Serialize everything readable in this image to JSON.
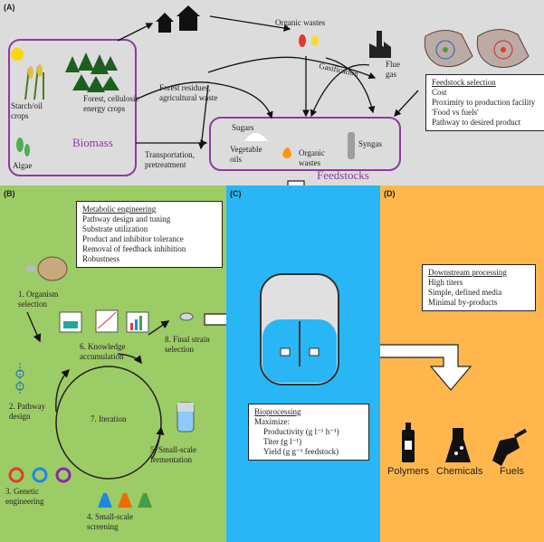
{
  "panelA": {
    "label": "(A)",
    "biomass": {
      "title": "Biomass",
      "starch": "Starch/oil\ncrops",
      "forest": "Forest, cellulosic\nenergy crops",
      "algae": "Algae"
    },
    "organic_wastes": "Organic wastes",
    "gasification": "Gasification",
    "flue_gas": "Flue\ngas",
    "forest_residues": "Forest residues,\nagricultural waste",
    "transportation": "Transportation,\npretreatment",
    "feedstocks": {
      "title": "Feedstocks",
      "sugars": "Sugars",
      "veg_oils": "Vegetable\noils",
      "organic_wastes": "Organic\nwastes",
      "syngas": "Syngas"
    },
    "selection": {
      "title": "Feedstock selection",
      "items": [
        "Cost",
        "Proximity to production facility",
        "'Food vs fuels'",
        "Pathway to desired product"
      ]
    }
  },
  "panelB": {
    "label": "(B)",
    "metabolic": {
      "title": "Metabolic engineering",
      "items": [
        "Pathway design and tuning",
        "Substrate utilization",
        "Product and inhibitor tolerance",
        "Removal of feedback inhibition",
        "Robustness"
      ]
    },
    "steps": {
      "s1": "1. Organism\nselection",
      "s2": "2. Pathway\ndesign",
      "s3": "3. Genetic\nengineering",
      "s4": "4. Small-scale\nscreening",
      "s5": "5. Small-scale\nfermentation",
      "s6": "6. Knowledge\naccumulation",
      "s7": "7. Iteration",
      "s8": "8. Final strain\nselection"
    }
  },
  "panelC": {
    "label": "(C)",
    "bioprocessing": {
      "title": "Bioprocessing",
      "maximize": "Maximize:",
      "items": [
        "Productivity (g l⁻¹ h⁻¹)",
        "Titer (g l⁻¹)",
        "Yield (g g⁻¹ feedstock)"
      ]
    }
  },
  "panelD": {
    "label": "(D)",
    "downstream": {
      "title": "Downstream processing",
      "items": [
        "High titers",
        "Simple, defined media",
        "Minimal by-products"
      ]
    },
    "products": [
      "Polymers",
      "Chemicals",
      "Fuels"
    ]
  },
  "colors": {
    "panelA": "#dcdcdc",
    "panelB": "#9ccc65",
    "panelC": "#29b6f6",
    "panelD": "#ffb74d",
    "purple": "#8e3a9e"
  }
}
